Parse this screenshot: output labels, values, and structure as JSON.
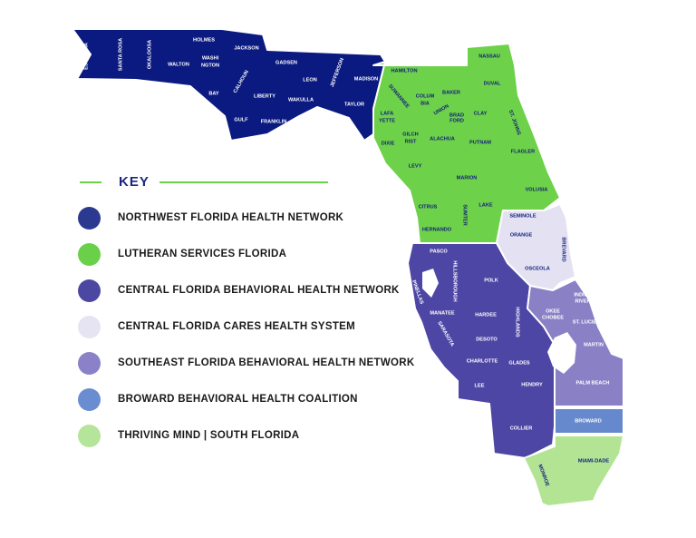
{
  "key": {
    "title": "KEY",
    "items": [
      {
        "label": "NORTHWEST FLORIDA HEALTH NETWORK",
        "color": "#2b3990"
      },
      {
        "label": "LUTHERAN SERVICES FLORIDA",
        "color": "#6ad04a"
      },
      {
        "label": "CENTRAL FLORIDA BEHAVIORAL HEALTH NETWORK",
        "color": "#4c47a1"
      },
      {
        "label": "CENTRAL FLORIDA CARES HEALTH SYSTEM",
        "color": "#e6e4f3"
      },
      {
        "label": "SOUTHEAST FLORIDA BEHAVIORAL HEALTH NETWORK",
        "color": "#8a82c8"
      },
      {
        "label": "BROWARD BEHAVIORAL HEALTH COALITION",
        "color": "#6a8cd0"
      },
      {
        "label": "THRIVING MIND | SOUTH FLORIDA",
        "color": "#b4e59a"
      }
    ]
  },
  "region_colors": {
    "northwest": "#0b1a80",
    "lutheran": "#6dd14a",
    "central_behavioral": "#4e46a4",
    "central_cares": "#e4e2f2",
    "southeast": "#8a80c6",
    "broward": "#6688cc",
    "thriving": "#b2e494"
  },
  "counties": {
    "northwest": [
      "ESCAMBIA",
      "SANTA ROSA",
      "OKALOOSA",
      "HOLMES",
      "WALTON",
      "WASHI",
      "NGTON",
      "JACKSON",
      "BAY",
      "CALHOUN",
      "LIBERTY",
      "GULF",
      "FRANKLIN",
      "GADSEN",
      "LEON",
      "WAKULLA",
      "JEFFERSON",
      "MADISON",
      "TAYLOR"
    ],
    "lutheran": [
      "HAMILTON",
      "SUWANNEE",
      "COLUM",
      "BIA",
      "BAKER",
      "UNION",
      "BRAD",
      "FORD",
      "LAFA",
      "YETTE",
      "DIXIE",
      "GILCH",
      "RIST",
      "ALACHUA",
      "NASSAU",
      "DUVAL",
      "CLAY",
      "ST. JOHNS",
      "PUTNAM",
      "FLAGLER",
      "LEVY",
      "MARION",
      "VOLUSIA",
      "CITRUS",
      "SUMTER",
      "LAKE",
      "HERNANDO"
    ],
    "central_cares": [
      "SEMINOLE",
      "ORANGE",
      "OSCEOLA",
      "BREVARD"
    ],
    "central_behavioral": [
      "PASCO",
      "HILLSBOROUGH",
      "PINELLAS",
      "POLK",
      "MANATEE",
      "HARDEE",
      "SARASOTA",
      "DESOTO",
      "HIGHLANDS",
      "CHARLOTTE",
      "GLADES",
      "LEE",
      "HENDRY",
      "COLLIER"
    ],
    "southeast": [
      "INDIAN",
      "RIVER",
      "OKEE",
      "CHOBEE",
      "ST. LUCIE",
      "MARTIN",
      "PALM BEACH"
    ],
    "broward": [
      "BROWARD"
    ],
    "thriving": [
      "MIAMI-DADE",
      "MONROE"
    ]
  }
}
